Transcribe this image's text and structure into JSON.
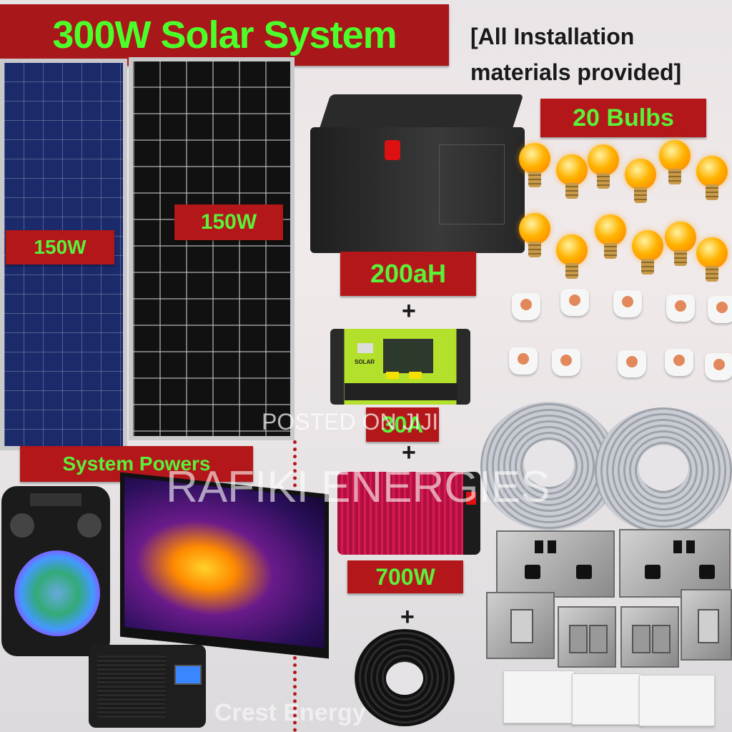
{
  "title": "300W Solar System",
  "installation_note_line1": "[All Installation",
  "installation_note_line2": "materials provided]",
  "panels": [
    {
      "label": "150W"
    },
    {
      "label": "150W"
    }
  ],
  "battery": {
    "label": "200aH"
  },
  "controller": {
    "label": "30A",
    "brand_text": "SOLAR"
  },
  "inverter": {
    "label": "700W"
  },
  "bulbs": {
    "label": "20 Bulbs"
  },
  "system_powers": "System Powers",
  "plus_sign": "+",
  "watermarks": {
    "posted_on": "POSTED ON JIJI",
    "seller": "RAFIKI ENERGIES",
    "background_brand": "Crest Energy"
  },
  "colors": {
    "label_bg": "#b3171a",
    "label_text": "#5bf03a",
    "title_text": "#4cff2a"
  },
  "icons": [
    "solar-panel-icon",
    "battery-icon",
    "charge-controller-icon",
    "inverter-icon",
    "bulb-icon",
    "bulb-holder-icon",
    "cable-coil-icon",
    "wall-socket-icon",
    "light-switch-icon",
    "speaker-icon",
    "tv-icon",
    "radio-icon"
  ]
}
